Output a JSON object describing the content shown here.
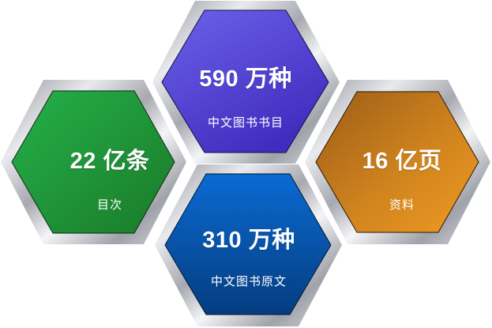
{
  "hexagons": [
    {
      "id": "top",
      "value": "590 万种",
      "caption": "中文图书书目",
      "color_start": "#6a5fe8",
      "color_end": "#4630c2"
    },
    {
      "id": "left",
      "value": "22 亿条",
      "caption": "目次",
      "color_start": "#24ad48",
      "color_end": "#1b7e2a"
    },
    {
      "id": "right",
      "value": "16 亿页",
      "caption": "资料",
      "color_start": "#a9661a",
      "color_end": "#eb9520"
    },
    {
      "id": "bottom",
      "value": "310 万种",
      "caption": "中文图书原文",
      "color_start": "#0869cf",
      "color_end": "#063f84"
    }
  ]
}
